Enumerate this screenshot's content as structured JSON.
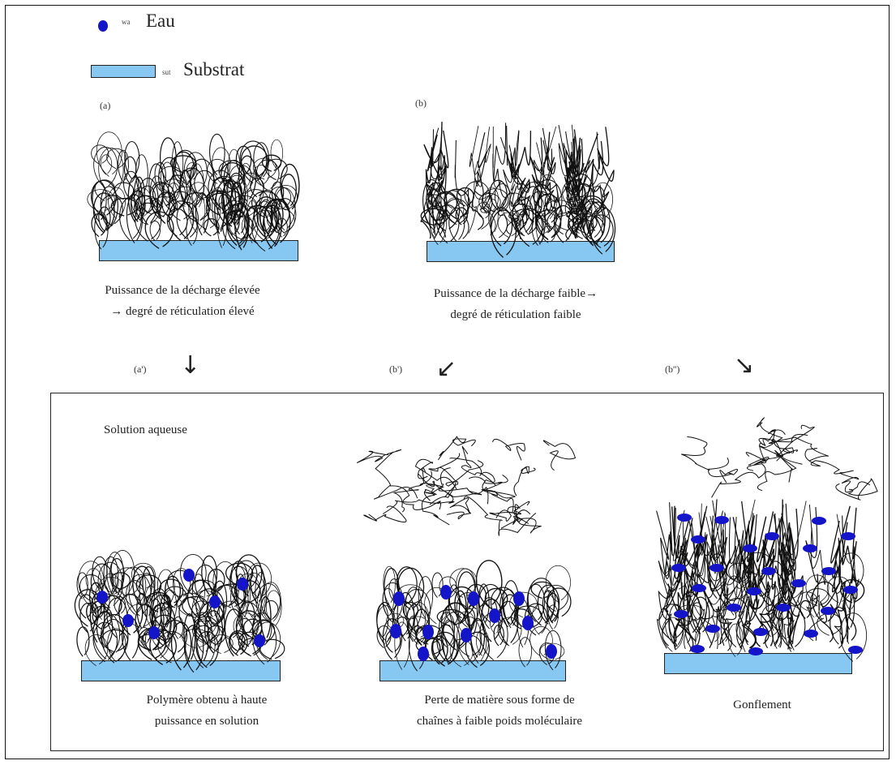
{
  "legend": {
    "water": {
      "glyph_label": "wa",
      "text": "Eau"
    },
    "substrate": {
      "glyph_label": "sut",
      "text": "Substrat"
    }
  },
  "panel_labels": {
    "a": "(a)",
    "b": "(b)",
    "a_prime": "(a')",
    "b_prime": "(b')",
    "b_double_prime": "(b'')"
  },
  "captions": {
    "a_line1": "Puissance de la décharge élevée",
    "a_line2": "→ degré de réticulation élevé",
    "b_line1": "Puissance de la décharge faible→",
    "b_line2": "degré de réticulation faible",
    "a_prime_line1": "Polymère obtenu à haute",
    "a_prime_line2": "puissance en solution",
    "b_prime_line1": "Perte de matière sous forme de",
    "b_prime_line2": "chaînes à faible poids  moléculaire",
    "b_double_prime": "Gonflement"
  },
  "solution_label": "Solution aqueuse",
  "colors": {
    "water": "#1414c8",
    "substrate": "#87c8f2"
  }
}
